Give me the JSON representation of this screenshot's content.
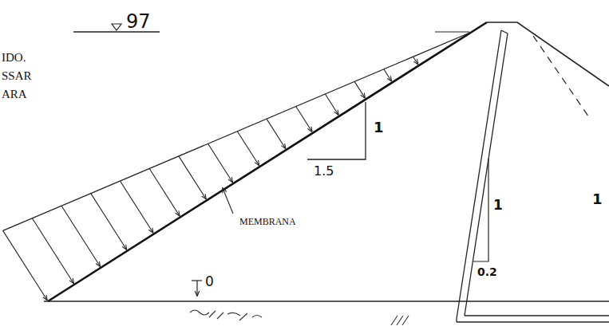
{
  "diagram": {
    "labels": [
      "IDO.",
      "SSAR",
      "ARA",
      "97",
      "1",
      "1.5",
      "MEMBRANA",
      "1",
      "0.2",
      "1",
      "0"
    ]
  }
}
